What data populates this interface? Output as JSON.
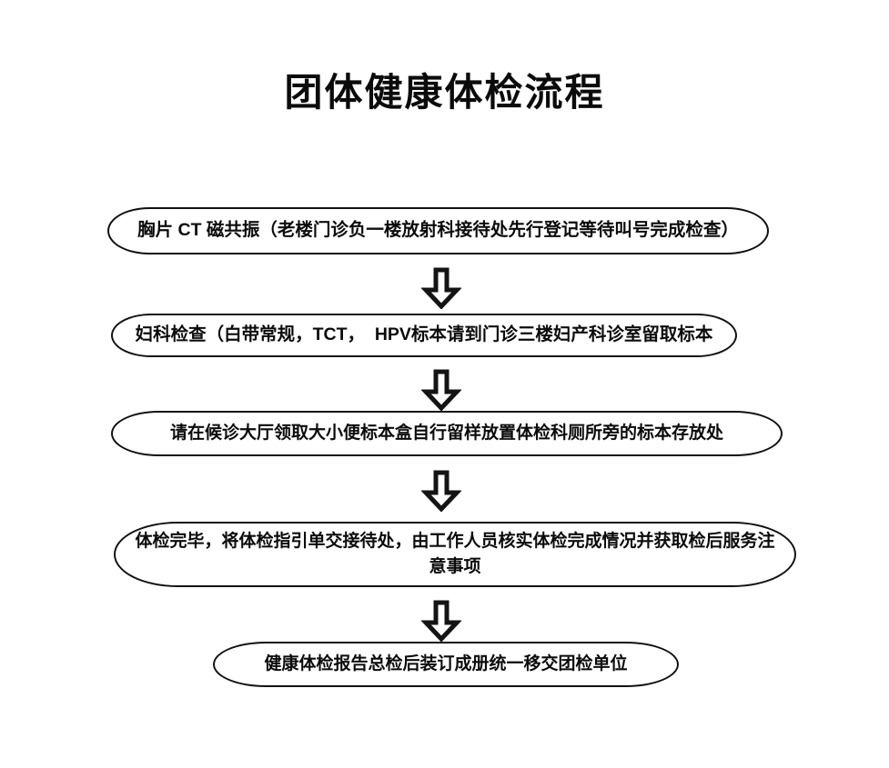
{
  "document": {
    "title": "团体健康体检流程",
    "background_color": "#ffffff",
    "line_color": "#111111",
    "text_color": "#0b0b0b"
  },
  "chart_data": {
    "type": "diagram",
    "diagram_kind": "flowchart",
    "orientation": "top-to-bottom",
    "title": "团体健康体检流程",
    "node_shape": "rounded-stadium",
    "connector_glyph": "hollow-down-arrow",
    "nodes": [
      {
        "id": "node-1",
        "order": 1,
        "text": "胸片 CT 磁共振（老楼门诊负一楼放射科接待处先行登记等待叫号完成检查）"
      },
      {
        "id": "node-2",
        "order": 2,
        "text": "妇科检查（白带常规，TCT，  HPV标本请到门诊三楼妇产科诊室留取标本"
      },
      {
        "id": "node-3",
        "order": 3,
        "text": "请在候诊大厅领取大小便标本盒自行留样放置体检科厕所旁的标本存放处"
      },
      {
        "id": "node-4",
        "order": 4,
        "text": "体检完毕，将体检指引单交接待处，由工作人员核实体检完成情况并获取检后服务注意事项"
      },
      {
        "id": "node-5",
        "order": 5,
        "text": "健康体检报告总检后装订成册统一移交团检单位"
      }
    ],
    "edges": [
      {
        "id": "conn-1",
        "from": "node-1",
        "to": "node-2",
        "label": ""
      },
      {
        "id": "conn-2",
        "from": "node-2",
        "to": "node-3",
        "label": ""
      },
      {
        "id": "conn-3",
        "from": "node-3",
        "to": "node-4",
        "label": ""
      },
      {
        "id": "conn-4",
        "from": "node-4",
        "to": "node-5",
        "label": ""
      }
    ]
  }
}
